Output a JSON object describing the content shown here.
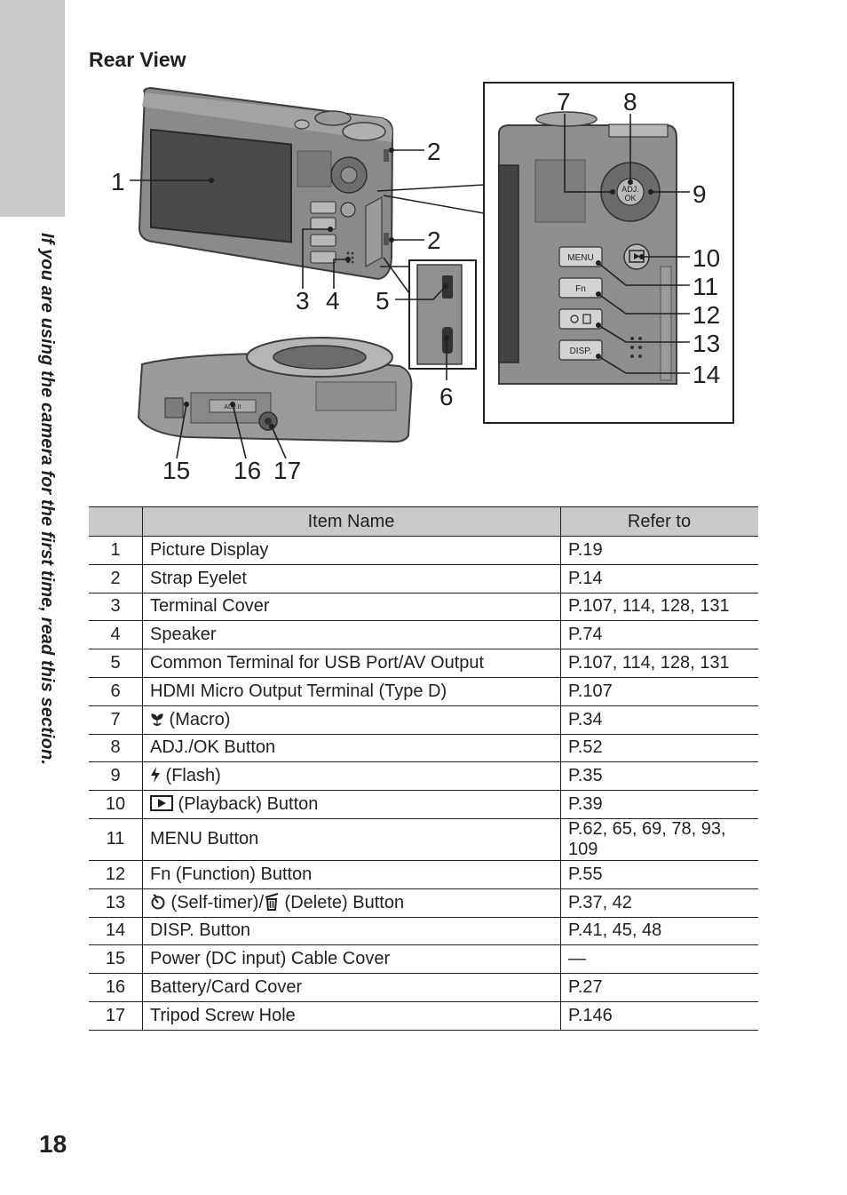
{
  "sidebar": {
    "running_text": "If you are using the camera for the first time, read this section."
  },
  "section": {
    "title": "Rear View"
  },
  "diagram": {
    "callouts": [
      "1",
      "2",
      "2",
      "3",
      "4",
      "5",
      "6",
      "7",
      "8",
      "9",
      "10",
      "11",
      "12",
      "13",
      "14",
      "15",
      "16",
      "17"
    ],
    "button_labels": {
      "menu": "MENU",
      "fn": "Fn",
      "disp": "DISP.",
      "adj_top": "ADJ.",
      "adj_bottom": "OK",
      "battery_cover_mark": "ADJ.II"
    }
  },
  "table": {
    "headers": {
      "number": "",
      "name": "Item Name",
      "refer": "Refer to"
    },
    "rows": [
      {
        "num": "1",
        "icon": "",
        "name": "Picture Display",
        "refer": "P.19"
      },
      {
        "num": "2",
        "icon": "",
        "name": "Strap Eyelet",
        "refer": "P.14"
      },
      {
        "num": "3",
        "icon": "",
        "name": "Terminal Cover",
        "refer": "P.107, 114, 128, 131"
      },
      {
        "num": "4",
        "icon": "",
        "name": "Speaker",
        "refer": "P.74"
      },
      {
        "num": "5",
        "icon": "",
        "name": "Common Terminal for USB Port/AV Output",
        "refer": "P.107, 114, 128, 131"
      },
      {
        "num": "6",
        "icon": "",
        "name": "HDMI Micro Output Terminal (Type D)",
        "refer": "P.107"
      },
      {
        "num": "7",
        "icon": "macro-icon",
        "name": " (Macro)",
        "refer": "P.34"
      },
      {
        "num": "8",
        "icon": "",
        "name": "ADJ./OK Button",
        "refer": "P.52"
      },
      {
        "num": "9",
        "icon": "flash-icon",
        "name": " (Flash)",
        "refer": "P.35"
      },
      {
        "num": "10",
        "icon": "playback-icon",
        "name": " (Playback) Button",
        "refer": "P.39"
      },
      {
        "num": "11",
        "icon": "",
        "name": "MENU Button",
        "refer": "P.62, 65, 69, 78, 93, 109"
      },
      {
        "num": "12",
        "icon": "",
        "name": "Fn (Function) Button",
        "refer": "P.55"
      },
      {
        "num": "13",
        "icon": "self-timer-icon",
        "name": " (Self-timer)/",
        "name2": " (Delete) Button",
        "refer": "P.37, 42"
      },
      {
        "num": "14",
        "icon": "",
        "name": "DISP. Button",
        "refer": "P.41, 45, 48"
      },
      {
        "num": "15",
        "icon": "",
        "name": "Power (DC input) Cable Cover",
        "refer": "—"
      },
      {
        "num": "16",
        "icon": "",
        "name": "Battery/Card Cover",
        "refer": "P.27"
      },
      {
        "num": "17",
        "icon": "",
        "name": "Tripod Screw Hole",
        "refer": "P.146"
      }
    ]
  },
  "footer": {
    "page_number": "18"
  }
}
